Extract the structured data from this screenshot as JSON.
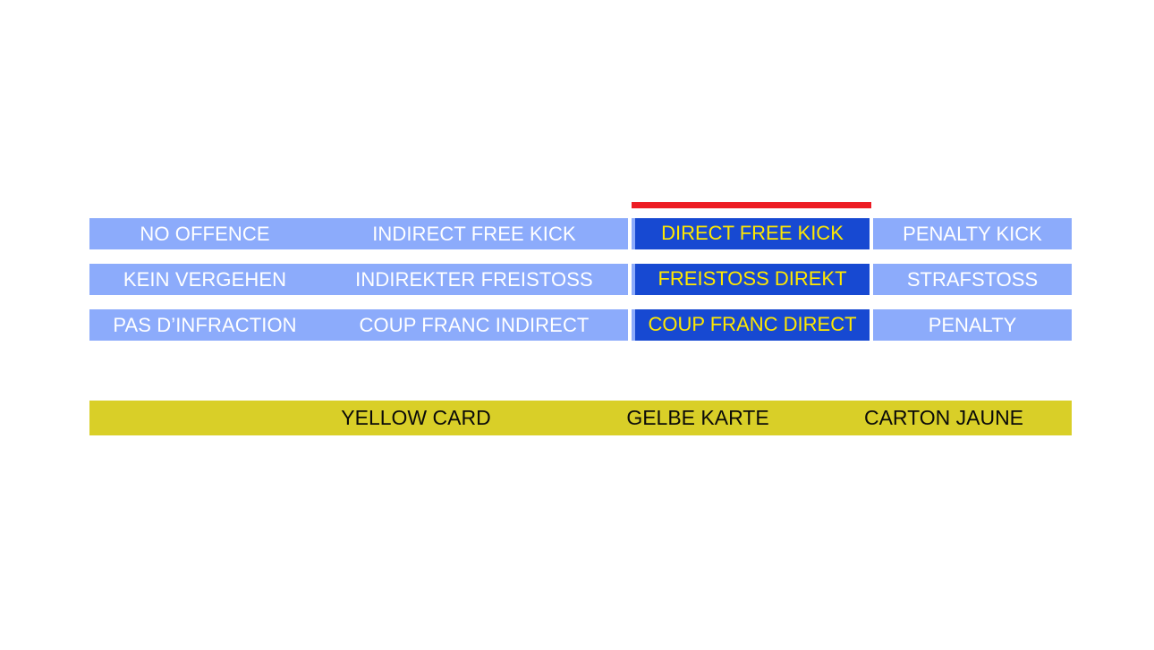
{
  "colors": {
    "background": "#ffffff",
    "cell_plain": "#8cabfb",
    "cell_highlight": "#1749d2",
    "highlight_text": "#ffe800",
    "plain_text": "#ffffff",
    "accent_bar": "#ed1c24",
    "card_banner": "#d9cf28",
    "card_text": "#0a0a0a"
  },
  "decision_table": {
    "accent_bar_icon": "red-accent-bar",
    "highlighted_column_index": 2,
    "rows": [
      {
        "language": "english",
        "cells": [
          {
            "label": "NO OFFENCE",
            "highlighted": false
          },
          {
            "label": "INDIRECT FREE KICK",
            "highlighted": false
          },
          {
            "label": "DIRECT FREE KICK",
            "highlighted": true
          },
          {
            "label": "PENALTY KICK",
            "highlighted": false
          }
        ]
      },
      {
        "language": "german",
        "cells": [
          {
            "label": "KEIN VERGEHEN",
            "highlighted": false
          },
          {
            "label": "INDIREKTER FREISTOSS",
            "highlighted": false
          },
          {
            "label": "FREISTOSS DIREKT",
            "highlighted": true
          },
          {
            "label": "STRAFSTOSS",
            "highlighted": false
          }
        ]
      },
      {
        "language": "french",
        "cells": [
          {
            "label": "PAS D’INFRACTION",
            "highlighted": false
          },
          {
            "label": "COUP FRANC INDIRECT",
            "highlighted": false
          },
          {
            "label": "COUP FRANC DIRECT",
            "highlighted": true
          },
          {
            "label": "PENALTY",
            "highlighted": false
          }
        ]
      }
    ]
  },
  "card_banner": {
    "labels": [
      {
        "language": "english",
        "label": "YELLOW CARD"
      },
      {
        "language": "german",
        "label": "GELBE KARTE"
      },
      {
        "language": "french",
        "label": "CARTON JAUNE"
      }
    ]
  }
}
